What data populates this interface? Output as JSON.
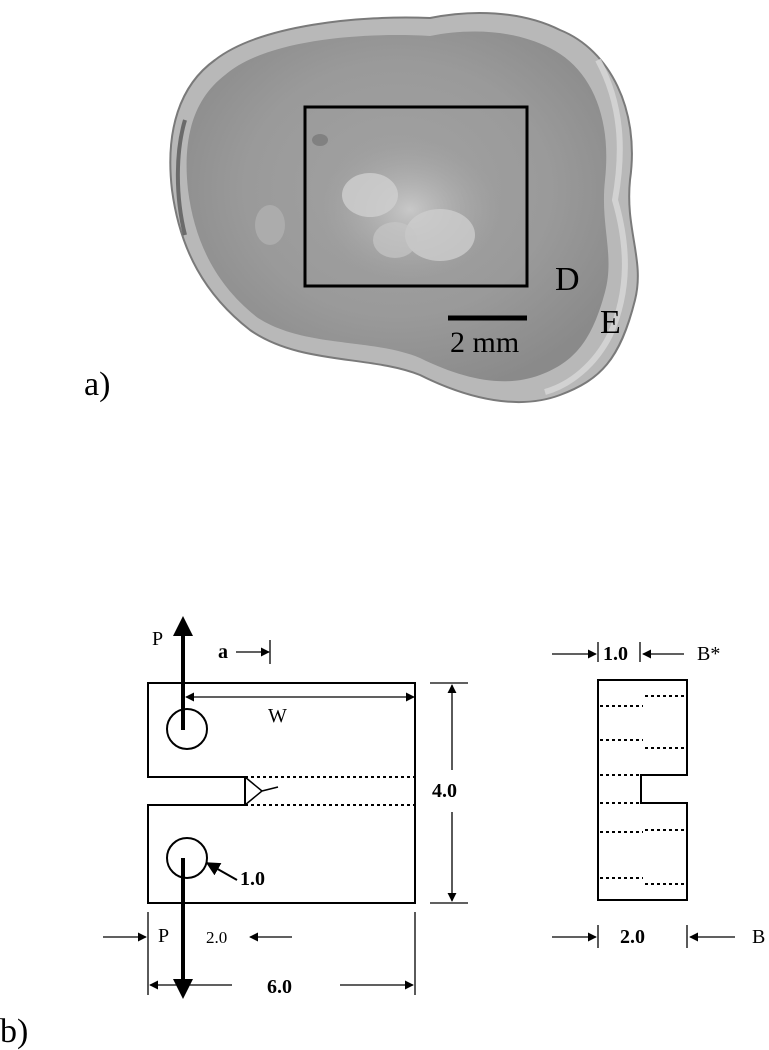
{
  "panel_a": {
    "label": "a)",
    "region_dentin": "D",
    "region_enamel": "E",
    "scale_bar_label": "2 mm"
  },
  "panel_b": {
    "label": "b)",
    "load_top": "P",
    "load_bottom": "P",
    "crack_length": "a",
    "width": "W",
    "height": "4.0",
    "hole_diameter": "1.0",
    "hole_offset": "2.0",
    "length": "6.0",
    "side_notch_width": "1.0",
    "net_thickness": "B*",
    "side_thickness": "2.0",
    "thickness": "B"
  },
  "colors": {
    "line": "#000000",
    "photo_background": "#ffffff"
  }
}
